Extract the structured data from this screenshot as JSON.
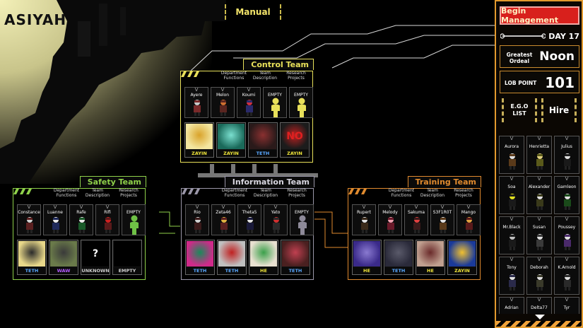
{
  "brand": "ASIYAH",
  "manual_label": "Manual",
  "colors": {
    "control": "#e8e05a",
    "safety": "#8fd14a",
    "information": "#9a96a8",
    "training": "#e08a2e",
    "sidebar": "#e39a2e"
  },
  "teams": {
    "control": {
      "name": "Control Team",
      "tabs": [
        "Department Functions",
        "Team Description",
        "Research Projects"
      ],
      "agents": [
        {
          "v": "V",
          "name": "Ayere",
          "kind": "agent",
          "c1": "#7a2a2a",
          "c2": "#c9c9c9"
        },
        {
          "v": "V",
          "name": "Melon",
          "kind": "agent",
          "c1": "#5a2520",
          "c2": "#d07030"
        },
        {
          "v": "V",
          "name": "Koumi",
          "kind": "agent",
          "c1": "#2a2a6a",
          "c2": "#d03040"
        },
        {
          "v": "",
          "name": "EMPTY",
          "kind": "empty"
        },
        {
          "v": "",
          "name": "EMPTY",
          "kind": "empty"
        }
      ],
      "abnormalities": [
        {
          "risk": "ZAYIN",
          "riskColor": "#f0e63a",
          "c1": "#f3e6a0",
          "c2": "#d9a32a"
        },
        {
          "risk": "ZAYIN",
          "riskColor": "#f0e63a",
          "c1": "#1a6a5a",
          "c2": "#7adfcf"
        },
        {
          "risk": "TETH",
          "riskColor": "#59a8ff",
          "c1": "#2a1a1a",
          "c2": "#8a3030"
        },
        {
          "risk": "ZAYIN",
          "riskColor": "#f0e63a",
          "c1": "#1c1c1c",
          "c2": "#c02020",
          "screen": "NO"
        }
      ]
    },
    "safety": {
      "name": "Safety Team",
      "tabs": [
        "Department Functions",
        "Team Description",
        "Research Projects"
      ],
      "agents": [
        {
          "v": "V",
          "name": "Constance",
          "kind": "agent",
          "c1": "#5a2020",
          "c2": "#d0d0d0"
        },
        {
          "v": "V",
          "name": "Luanne",
          "kind": "agent",
          "c1": "#202a5a",
          "c2": "#e8e8e8"
        },
        {
          "v": "V",
          "name": "Rafe",
          "kind": "agent",
          "c1": "#1a5a2a",
          "c2": "#e8e8e8"
        },
        {
          "v": "V",
          "name": "Rifi",
          "kind": "agent",
          "c1": "#5a1a1a",
          "c2": "#d02020"
        },
        {
          "v": "",
          "name": "EMPTY",
          "kind": "empty"
        }
      ],
      "abnormalities": [
        {
          "risk": "TETH",
          "riskColor": "#59a8ff",
          "c1": "#e8d88a",
          "c2": "#2a2a2a"
        },
        {
          "risk": "WAW",
          "riskColor": "#b45cff",
          "c1": "#6a7a4a",
          "c2": "#3a3a3a"
        },
        {
          "risk": "UNKNOWN",
          "riskColor": "#cfcfcf",
          "c1": "#000000",
          "c2": "#000000",
          "screen": "?"
        },
        {
          "risk": "EMPTY",
          "riskColor": "#cfcfcf",
          "c1": "#000000",
          "c2": "#000000"
        }
      ]
    },
    "information": {
      "name": "Information Team",
      "tabs": [
        "Department Functions",
        "Team Description",
        "Research Projects"
      ],
      "agents": [
        {
          "v": "V",
          "name": "Rio",
          "kind": "agent",
          "c1": "#3a1a1a",
          "c2": "#d0d0d0"
        },
        {
          "v": "V",
          "name": "Zeta46",
          "kind": "agent",
          "c1": "#5a2020",
          "c2": "#e0b040"
        },
        {
          "v": "V",
          "name": "Theta5",
          "kind": "agent",
          "c1": "#1a1a3a",
          "c2": "#e0e0e0"
        },
        {
          "v": "V",
          "name": "Yato",
          "kind": "agent",
          "c1": "#2a2a2a",
          "c2": "#d03030"
        },
        {
          "v": "",
          "name": "EMPTY",
          "kind": "empty"
        }
      ],
      "abnormalities": [
        {
          "risk": "TETH",
          "riskColor": "#59a8ff",
          "c1": "#d02a8a",
          "c2": "#1a8a5a"
        },
        {
          "risk": "TETH",
          "riskColor": "#59a8ff",
          "c1": "#c0c0c0",
          "c2": "#c02020"
        },
        {
          "risk": "HE",
          "riskColor": "#f0e63a",
          "c1": "#e8e0d0",
          "c2": "#3aa04a"
        },
        {
          "risk": "TETH",
          "riskColor": "#59a8ff",
          "c1": "#4a2020",
          "c2": "#c04050"
        }
      ]
    },
    "training": {
      "name": "Training Team",
      "tabs": [
        "Department Functions",
        "Team Description",
        "Research Projects"
      ],
      "agents": [
        {
          "v": "V",
          "name": "Rupert",
          "kind": "agent",
          "c1": "#3a2a1a",
          "c2": "#e0e0e0"
        },
        {
          "v": "V",
          "name": "Melody",
          "kind": "agent",
          "c1": "#6a1a2a",
          "c2": "#f0a0b0"
        },
        {
          "v": "V",
          "name": "Sakuma",
          "kind": "agent",
          "c1": "#3a1a1a",
          "c2": "#e04040"
        },
        {
          "v": "V",
          "name": "S3F1R0T",
          "kind": "agent",
          "c1": "#5a3a1a",
          "c2": "#e0e0e0"
        },
        {
          "v": "V",
          "name": "Mango",
          "kind": "agent",
          "c1": "#5a1a1a",
          "c2": "#e0a040"
        }
      ],
      "abnormalities": [
        {
          "risk": "HE",
          "riskColor": "#f0e63a",
          "c1": "#3a2a8a",
          "c2": "#8a7ad0"
        },
        {
          "risk": "TETH",
          "riskColor": "#59a8ff",
          "c1": "#2a2a3a",
          "c2": "#5a5a6a"
        },
        {
          "risk": "HE",
          "riskColor": "#f0e63a",
          "c1": "#c0a090",
          "c2": "#6a2a2a"
        },
        {
          "risk": "ZAYIN",
          "riskColor": "#f0e63a",
          "c1": "#1a3a9a",
          "c2": "#f0c030"
        }
      ]
    }
  },
  "sidebar": {
    "begin_label": "Begin Management",
    "day_label": "DAY 17",
    "ordeal_label": "Greatest Ordeal",
    "ordeal_value": "Noon",
    "lob_label": "LOB POINT",
    "lob_value": "101",
    "ego_label": "E.G.O LIST",
    "hire_label": "Hire",
    "roster": [
      {
        "v": "V",
        "name": "Aurora",
        "c1": "#5a3a1a",
        "c2": "#e0e0e0"
      },
      {
        "v": "V",
        "name": "Henrietta",
        "c1": "#5a5a1a",
        "c2": "#e0d080"
      },
      {
        "v": "V",
        "name": "Julius",
        "c1": "#1a1a1a",
        "c2": "#e0e0e0"
      },
      {
        "v": "V",
        "name": "Soa",
        "c1": "#1a1a1a",
        "c2": "#e0e020"
      },
      {
        "v": "V",
        "name": "Alexander",
        "c1": "#3a3a1a",
        "c2": "#e0e0e0"
      },
      {
        "v": "V",
        "name": "Gamleon",
        "c1": "#1a4a1a",
        "c2": "#e0e0e0"
      },
      {
        "v": "V",
        "name": "Mr.Black",
        "c1": "#1a1a1a",
        "c2": "#c0c0c0"
      },
      {
        "v": "V",
        "name": "Susan",
        "c1": "#3a3a3a",
        "c2": "#e0e0e0"
      },
      {
        "v": "V",
        "name": "Poussey",
        "c1": "#4a2a6a",
        "c2": "#e0e0e0"
      },
      {
        "v": "V",
        "name": "Tony",
        "c1": "#2a2a4a",
        "c2": "#e0e0e0"
      },
      {
        "v": "V",
        "name": "Deborah",
        "c1": "#3a3a2a",
        "c2": "#e0e0e0"
      },
      {
        "v": "V",
        "name": "K.Arnold",
        "c1": "#2a2a2a",
        "c2": "#e0e0e0"
      },
      {
        "v": "V",
        "name": "Adrian",
        "c1": "#2a2a2a",
        "c2": "#e0e0e0"
      },
      {
        "v": "V",
        "name": "Delta77",
        "c1": "#2a2a2a",
        "c2": "#e0e0e0"
      },
      {
        "v": "V",
        "name": "Tyr",
        "c1": "#2a2a2a",
        "c2": "#e0e0e0"
      }
    ]
  }
}
